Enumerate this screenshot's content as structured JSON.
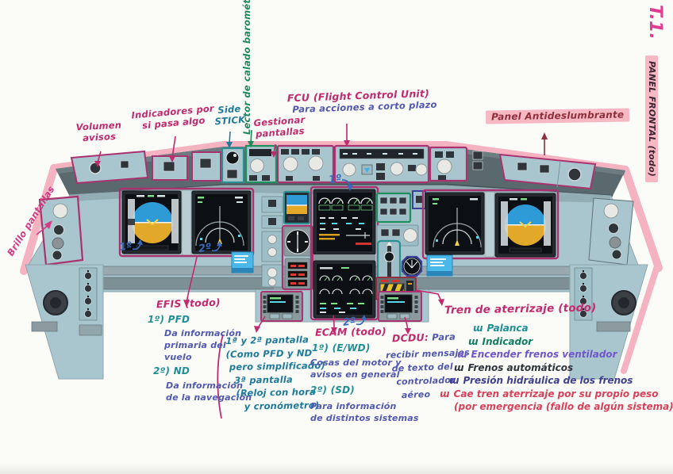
{
  "header": {
    "t1": "T.1.",
    "side_label": "PANEL FRONTAL (todo)"
  },
  "colors": {
    "note_pink": "#c22a6e",
    "note_teal": "#1f8f96",
    "note_green": "#1e8a5a",
    "note_blue": "#5058b0",
    "note_red": "#d8415a",
    "note_purple": "#6f57c9",
    "note_darkred": "#8e2f3c",
    "highlight_pink": "#f6b9c3",
    "marker_magenta": "#a8336f",
    "panel_blue_gray": "#a9c6ce",
    "glareshield_gray": "#5a696e",
    "pfd_sky_blue": "#2f9bd6",
    "pfd_ground_amber": "#e2a82a"
  },
  "annotations": {
    "volumen": {
      "lines": [
        "Volumen",
        "avisos"
      ]
    },
    "indicadores": {
      "lines": [
        "Indicadores por",
        "si pasa algo"
      ]
    },
    "side_stick": {
      "lines": [
        "Side",
        "STICK"
      ]
    },
    "lector": {
      "text": "Lector de calado barométrico"
    },
    "gestionar": {
      "lines": [
        "Gestionar",
        "pantallas"
      ]
    },
    "fcu": {
      "title": "FCU (Flight Control Unit)",
      "sub": "Para acciones a corto plazo"
    },
    "antideslumbrante": {
      "text": "Panel Antideslumbrante"
    },
    "brillo": {
      "text": "Brillo pantallas"
    },
    "marks": {
      "left_pfd": "1º",
      "left_nd": "2º",
      "ecam_top": "1º",
      "ecam_bottom": "2º"
    },
    "efis": {
      "title": "EFIS (todo)",
      "item1": "1º) PFD",
      "item1_desc": [
        "Da información",
        "primaria del",
        "vuelo"
      ],
      "item2": "2º) ND",
      "item2_desc": [
        "Da información",
        "de la navegación"
      ]
    },
    "pantalla3": {
      "lines": [
        "1ª y 2ª pantalla",
        "(Como PFD y ND",
        "pero simplificado)",
        "3ª pantalla",
        "(Reloj con hora",
        "y cronómetro)"
      ]
    },
    "ecam": {
      "title": "ECAM (todo)",
      "item1": "1º) (E/WD)",
      "item1_desc": [
        "Cosas del motor y",
        "avisos en general"
      ],
      "item2": "2º) (SD)",
      "item2_desc": [
        "Para información",
        "de distintos sistemas"
      ]
    },
    "dcdu": {
      "title": "DCDU:",
      "title_sub": "Para",
      "lines": [
        "recibir mensajes",
        "de texto del",
        "controlador",
        "aéreo"
      ]
    },
    "tren": {
      "title": "Tren de aterrizaje (todo)",
      "bullet": "ɯ",
      "items": [
        {
          "text": "Palanca"
        },
        {
          "text": "Indicador"
        },
        {
          "text": "Encender frenos ventilador"
        },
        {
          "text": "Frenos automáticos"
        },
        {
          "text": "Presión hidráulica de los frenos"
        },
        {
          "text": "Cae tren aterrizaje por su propio peso"
        },
        {
          "text": "(por emergencia (fallo de algún sistema)"
        }
      ]
    }
  }
}
